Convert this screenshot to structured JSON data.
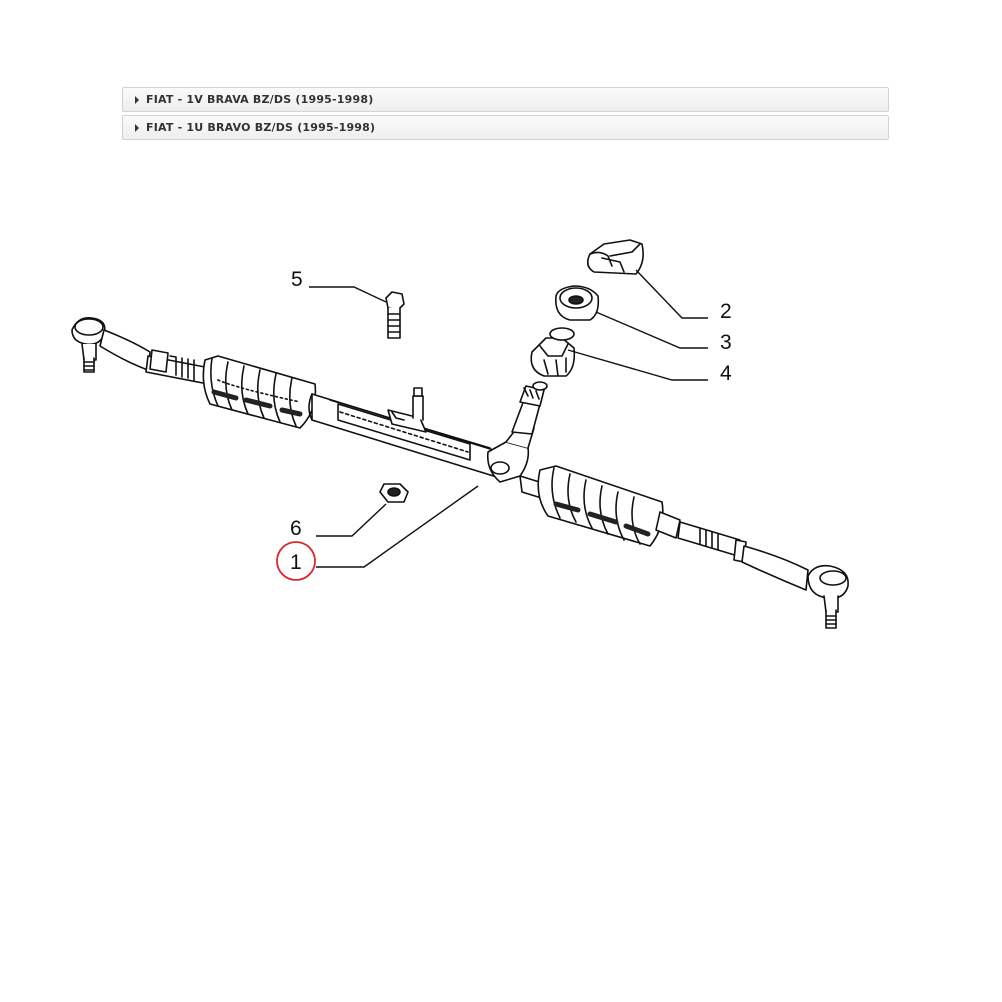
{
  "accordions": [
    {
      "label": "FIAT - 1V BRAVA BZ/DS (1995-1998)",
      "icon": "caret-right-icon"
    },
    {
      "label": "FIAT - 1U BRAVO BZ/DS (1995-1998)",
      "icon": "caret-right-icon"
    }
  ],
  "diagram": {
    "callouts": [
      "1",
      "2",
      "3",
      "4",
      "5",
      "6"
    ],
    "highlighted": "1",
    "highlight_color": "#d9262b"
  }
}
